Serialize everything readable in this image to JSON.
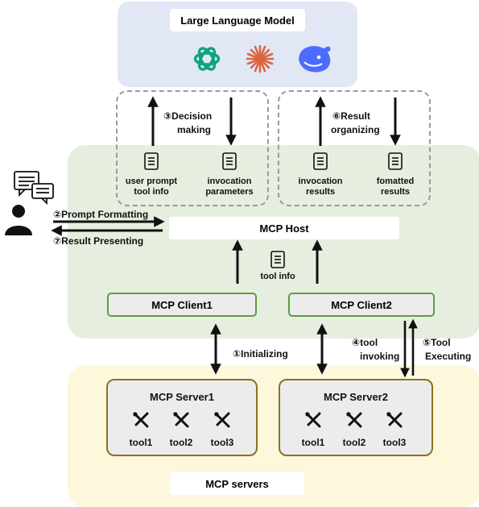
{
  "llm": {
    "title": "Large Language Model",
    "icons": [
      "openai-logo",
      "claude-asterisk-logo",
      "deepseek-whale-logo"
    ]
  },
  "steps": {
    "decision": "③Decision",
    "decision_line2": "making",
    "result_org": "⑥Result",
    "result_org_line2": "organizing",
    "prompt_formatting": "②Prompt Formatting",
    "result_presenting": "⑦Result Presenting",
    "initializing": "①Initializing",
    "tool_invoking": "④tool",
    "tool_invoking_line2": "invoking",
    "tool_executing": "⑤Tool",
    "tool_executing_line2": "Executing"
  },
  "docs": {
    "user_prompt_line1": "user prompt",
    "user_prompt_line2": "tool info",
    "invocation_params_line1": "invocation",
    "invocation_params_line2": "parameters",
    "invocation_results_line1": "invocation",
    "invocation_results_line2": "results",
    "formatted_results_line1": "fomatted",
    "formatted_results_line2": "results",
    "tool_info": "tool info"
  },
  "host": {
    "label": "MCP Host"
  },
  "clients": [
    "MCP Client1",
    "MCP Client2"
  ],
  "servers": [
    {
      "name": "MCP Server1",
      "tools": [
        "tool1",
        "tool2",
        "tool3"
      ]
    },
    {
      "name": "MCP Server2",
      "tools": [
        "tool1",
        "tool2",
        "tool3"
      ]
    }
  ],
  "servers_zone": {
    "label": "MCP servers"
  },
  "colors": {
    "llm_bg": "#e2e7f6",
    "host_bg": "#e6efdf",
    "servers_bg": "#fdf7dc",
    "client_border": "#5f9b3f",
    "server_border": "#8a7320",
    "openai": "#10a37f",
    "claude": "#d9663f",
    "deepseek": "#4d6bfe"
  }
}
